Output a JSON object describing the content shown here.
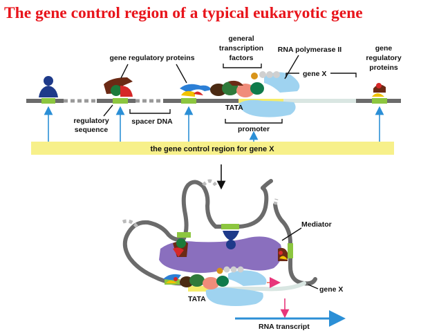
{
  "title": "The gene control region of a typical eukaryotic gene",
  "labels": {
    "gene_regulatory_proteins_top": "gene regulatory proteins",
    "general_tf_line1": "general",
    "general_tf_line2": "transcription",
    "general_tf_line3": "factors",
    "rna_pol": "RNA polymerase II",
    "gene_x_top": "gene X",
    "gene_reg_right_line1": "gene",
    "gene_reg_right_line2": "regulatory",
    "gene_reg_right_line3": "proteins",
    "regulatory_seq_line1": "regulatory",
    "regulatory_seq_line2": "sequence",
    "spacer_dna": "spacer DNA",
    "tata_top": "TATA",
    "promoter": "promoter",
    "control_region": "the gene control region for gene X",
    "mediator": "Mediator",
    "tata_bottom": "TATA",
    "gene_x_bottom": "gene X",
    "rna_transcript": "RNA transcript"
  },
  "colors": {
    "title": "#e8141b",
    "dna": "#6b6b6b",
    "regulatory_site": "#8cc63f",
    "tata_box": "#f4ec6a",
    "gene_body": "#d9e6e2",
    "arrow_blue": "#2b8fd6",
    "band": "#f7f08a",
    "mediator": "#8a6fbe",
    "rna_pol": "#9fd3f0",
    "transcript": "#2b8fd6",
    "arrow_pink": "#e8357a"
  }
}
